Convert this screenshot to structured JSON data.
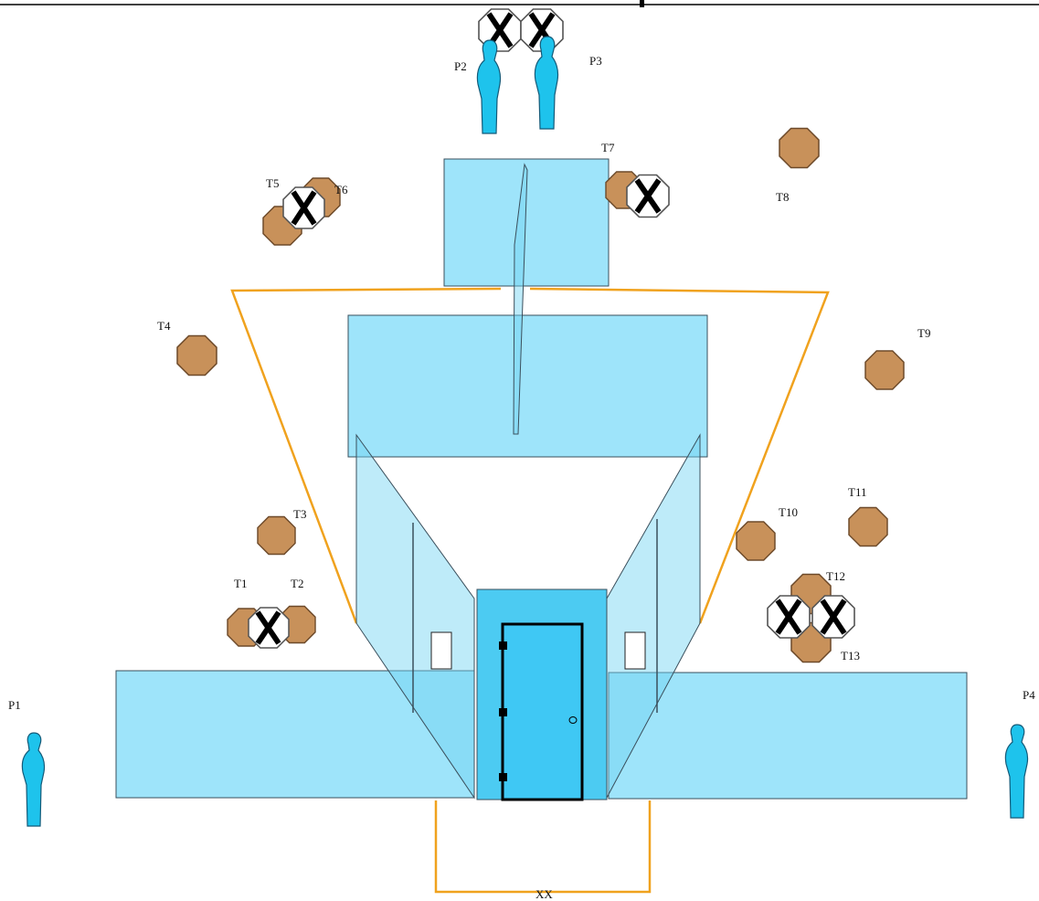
{
  "shooters": [
    {
      "id": "p1",
      "label": "P1"
    },
    {
      "id": "p2",
      "label": "P2"
    },
    {
      "id": "p3",
      "label": "P3"
    },
    {
      "id": "p4",
      "label": "P4"
    }
  ],
  "targets": [
    {
      "id": "t1",
      "label": "T1"
    },
    {
      "id": "t2",
      "label": "T2"
    },
    {
      "id": "t3",
      "label": "T3"
    },
    {
      "id": "t4",
      "label": "T4"
    },
    {
      "id": "t5",
      "label": "T5"
    },
    {
      "id": "t6",
      "label": "T6"
    },
    {
      "id": "t7",
      "label": "T7"
    },
    {
      "id": "t8",
      "label": "T8"
    },
    {
      "id": "t9",
      "label": "T9"
    },
    {
      "id": "t10",
      "label": "T10"
    },
    {
      "id": "t11",
      "label": "T11"
    },
    {
      "id": "t12",
      "label": "T12"
    },
    {
      "id": "t13",
      "label": "T13"
    }
  ],
  "start_box": {
    "label": "XX"
  },
  "colors": {
    "wall": "#9ee4fa",
    "door": "#3fc8f4",
    "target": "#c8915a",
    "no_shoot": "#ffffff",
    "fault_line": "#f0a21e",
    "shooter": "#1ec3ec"
  }
}
